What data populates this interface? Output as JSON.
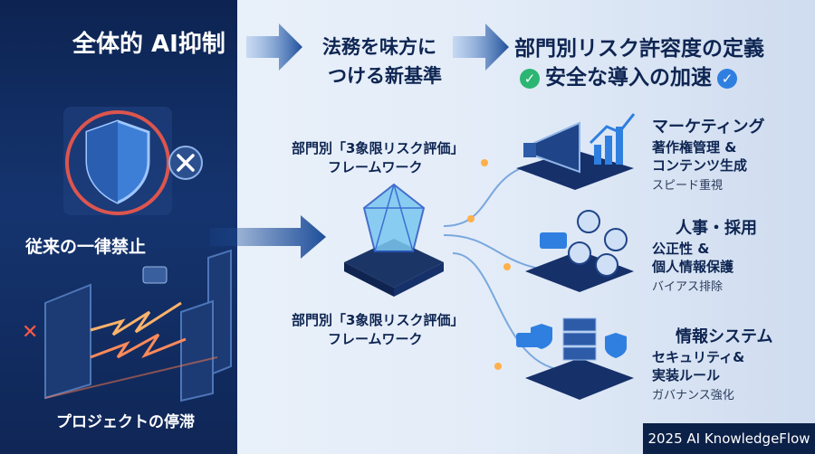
{
  "top": {
    "title": "全体的 AI抑制",
    "middle_lines": [
      "法務を味方に",
      "つける新基準"
    ],
    "right_line1": "部門別リスク許容度の定義",
    "right_line2": "安全な導入の加速"
  },
  "left": {
    "ban_label": "従来の一律禁止",
    "stall_label": "プロジェクトの停滞"
  },
  "center": {
    "framework_top_line1": "部門別「3象限リスク評価」",
    "framework_top_line2": "フレームワーク",
    "framework_bottom_line1": "部門別「3象限リスク評価」",
    "framework_bottom_line2": "フレームワーク"
  },
  "departments": [
    {
      "name": "マーケティング",
      "focus1": "著作権管理 &",
      "focus2": "コンテンツ生成",
      "note": "スピード重視"
    },
    {
      "name": "人事・採用",
      "focus1": "公正性 &",
      "focus2": "個人情報保護",
      "note": "バイアス排除"
    },
    {
      "name": "情報システム",
      "focus1": "セキュリティ&",
      "focus2": "実装ルール",
      "note": "ガバナンス強化"
    }
  ],
  "watermark": "2025 AI KnowledgeFlow",
  "colors": {
    "navy": "#0e2552",
    "green": "#2bb673",
    "blue": "#2f7fe0",
    "red": "#e0483a"
  }
}
